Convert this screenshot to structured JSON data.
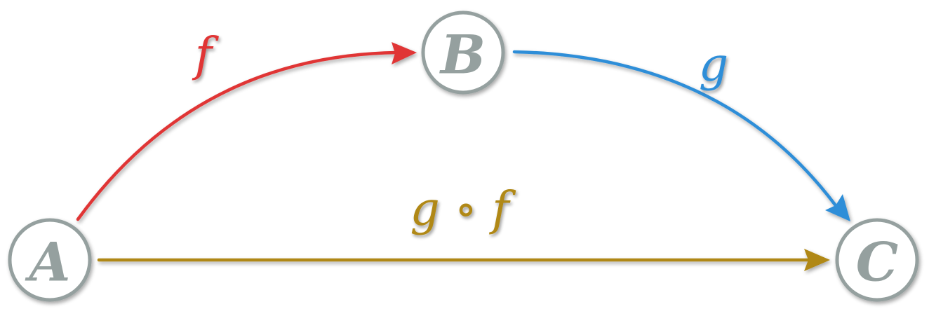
{
  "colors": {
    "node": "#95a09f",
    "f": "#e03434",
    "g": "#2f8ed8",
    "composite": "#b08812"
  },
  "nodes": {
    "a": "A",
    "b": "B",
    "c": "C"
  },
  "edges": {
    "f": "f",
    "g": "g",
    "composite": "g ∘ f"
  }
}
